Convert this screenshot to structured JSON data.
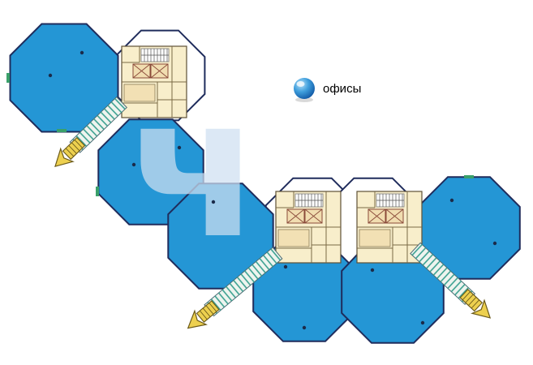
{
  "legend": {
    "label": "офисы",
    "marker": "blue-sphere"
  },
  "watermark": {
    "glyph": "ч"
  },
  "colors": {
    "office_fill": "#2496d5",
    "outline_navy": "#1f2c5c",
    "white_area": "#ffffff",
    "core_fill": "#f8eecb",
    "core_wall": "#7a6a45",
    "room_fill": "#f2e0b4",
    "elevator_fill": "#f1ddb0",
    "elevator_cross": "#8a4a3a",
    "stair_tick_teal": "#2f9b8a",
    "corridor_fill": "#eef4ef",
    "arrow_yellow": "#edd04f",
    "arrow_outline": "#6b5a1a",
    "door_mark_green": "#3aa06a",
    "watermark_blue": "#cfe0f2",
    "column_dot": "#1b2b4a",
    "background": "#ffffff"
  }
}
